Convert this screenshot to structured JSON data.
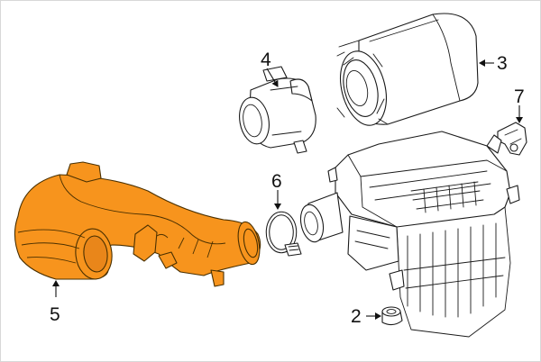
{
  "diagram": {
    "highlight_color": "#F7941D",
    "parts": [
      {
        "callout": "2",
        "name": "grommet"
      },
      {
        "callout": "3",
        "name": "air-filter-element"
      },
      {
        "callout": "4",
        "name": "mass-air-flow-sensor"
      },
      {
        "callout": "5",
        "name": "air-intake-duct",
        "highlighted": true
      },
      {
        "callout": "6",
        "name": "hose-clamp"
      },
      {
        "callout": "7",
        "name": "sensor-bracket"
      }
    ]
  }
}
